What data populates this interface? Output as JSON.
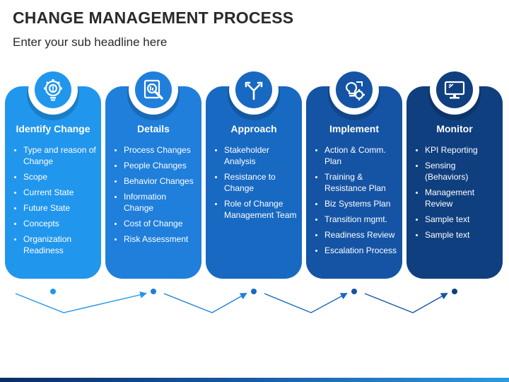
{
  "header": {
    "title": "CHANGE MANAGEMENT PROCESS",
    "subtitle": "Enter your sub headline here"
  },
  "cards": [
    {
      "title": "Identify Change",
      "icon": "gear-bulb-icon",
      "color": "#2196ed",
      "items": [
        "Type and reason of Change",
        "Scope",
        "Current State",
        "Future State",
        "Concepts",
        "Organization Readiness"
      ]
    },
    {
      "title": "Details",
      "icon": "magnifier-document-icon",
      "color": "#1f7fdb",
      "items": [
        "Process Changes",
        "People Changes",
        "Behavior Changes",
        "Information Change",
        "Cost of Change",
        "Risk Assessment"
      ]
    },
    {
      "title": "Approach",
      "icon": "split-arrows-icon",
      "color": "#1869c2",
      "items": [
        "Stakeholder Analysis",
        "Resistance to Change",
        "Role of Change Management Team"
      ]
    },
    {
      "title": "Implement",
      "icon": "bulb-gear-icon",
      "color": "#1554a4",
      "items": [
        "Action & Comm. Plan",
        "Training & Resistance Plan",
        "Biz Systems Plan",
        "Transition mgmt.",
        "Readiness Review",
        "Escalation Process"
      ]
    },
    {
      "title": "Monitor",
      "icon": "monitor-icon",
      "color": "#0f3f7f",
      "items": [
        "KPI Reporting",
        "Sensing (Behaviors)",
        "Management Review",
        "Sample text",
        "Sample text"
      ]
    }
  ]
}
